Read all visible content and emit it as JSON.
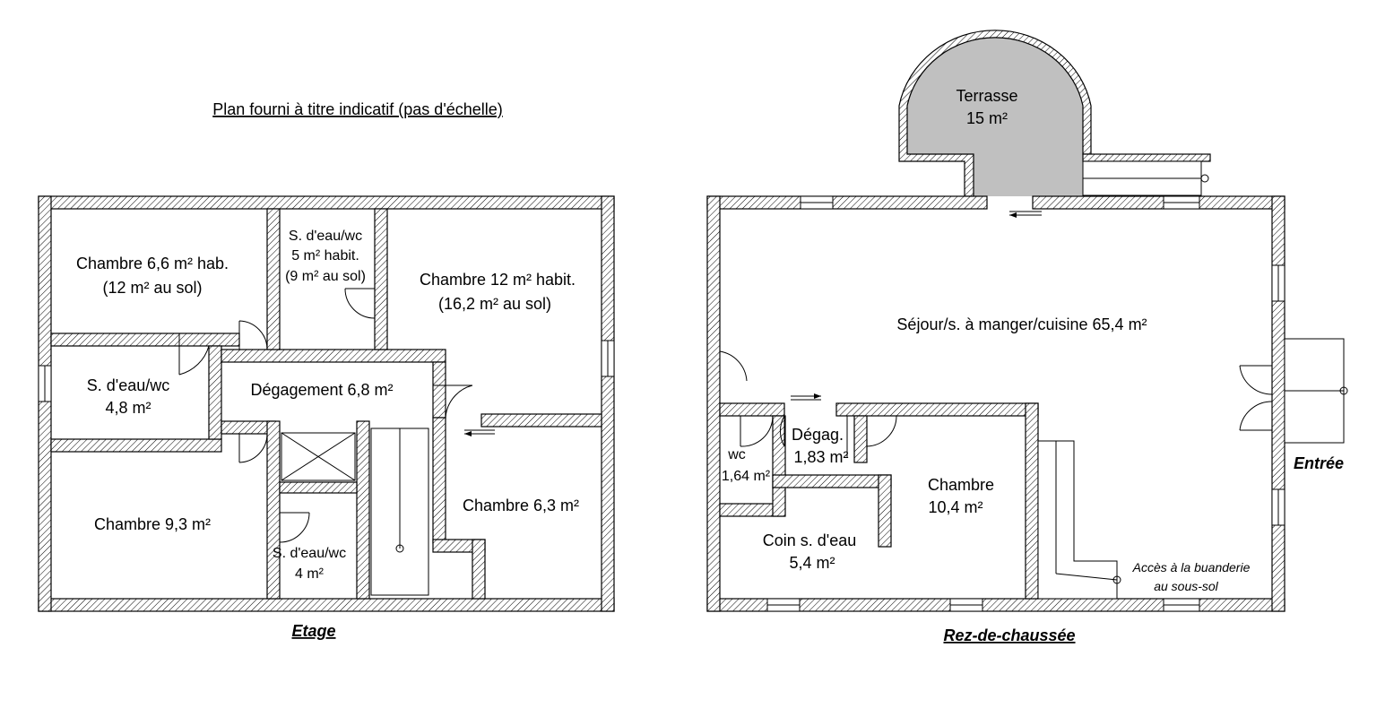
{
  "note": "Plan fourni à titre indicatif (pas d'échelle)",
  "floors": {
    "upper": {
      "title": "Etage",
      "rooms": {
        "chambre1_l1": "Chambre 6,6 m² hab.",
        "chambre1_l2": "(12 m² au sol)",
        "sdeau1_l1": "S. d'eau/wc",
        "sdeau1_l2": "5 m² habit.",
        "sdeau1_l3": "(9 m² au sol)",
        "chambre2_l1": "Chambre 12 m² habit.",
        "chambre2_l2": "(16,2 m² au sol)",
        "sdeau2_l1": "S. d'eau/wc",
        "sdeau2_l2": "4,8 m²",
        "degagement": "Dégagement 6,8 m²",
        "chambre3": "Chambre 9,3 m²",
        "sdeau3_l1": "S. d'eau/wc",
        "sdeau3_l2": "4 m²",
        "chambre4": "Chambre 6,3 m²"
      }
    },
    "ground": {
      "title": "Rez-de-chaussée",
      "entry": "Entrée",
      "rooms": {
        "terrasse_l1": "Terrasse",
        "terrasse_l2": "15 m²",
        "sejour": "Séjour/s. à manger/cuisine 65,4 m²",
        "wc_l1": "wc",
        "wc_l2": "1,64 m²",
        "degag_l1": "Dégag.",
        "degag_l2": "1,83 m²",
        "chambre_l1": "Chambre",
        "chambre_l2": "10,4 m²",
        "coin_l1": "Coin s. d'eau",
        "coin_l2": "5,4 m²",
        "acces_l1": "Accès à la buanderie",
        "acces_l2": "au sous-sol"
      }
    }
  }
}
